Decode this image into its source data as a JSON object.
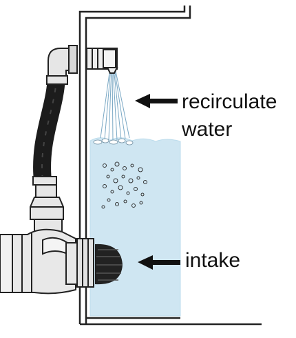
{
  "labels": {
    "recirculate_line1": "recirculate",
    "recirculate_line2": "water",
    "intake": "intake"
  },
  "colors": {
    "water": "#cfe6f2",
    "water_surface": "#bcdcec",
    "outline": "#222222",
    "hose": "#1c1c1c",
    "fitting": "#e4e4e4",
    "spray": "#7aa8c4"
  },
  "icons": [
    "arrow-left-icon",
    "spray-nozzle-icon",
    "intake-strainer-icon",
    "air-bubbles-icon"
  ]
}
